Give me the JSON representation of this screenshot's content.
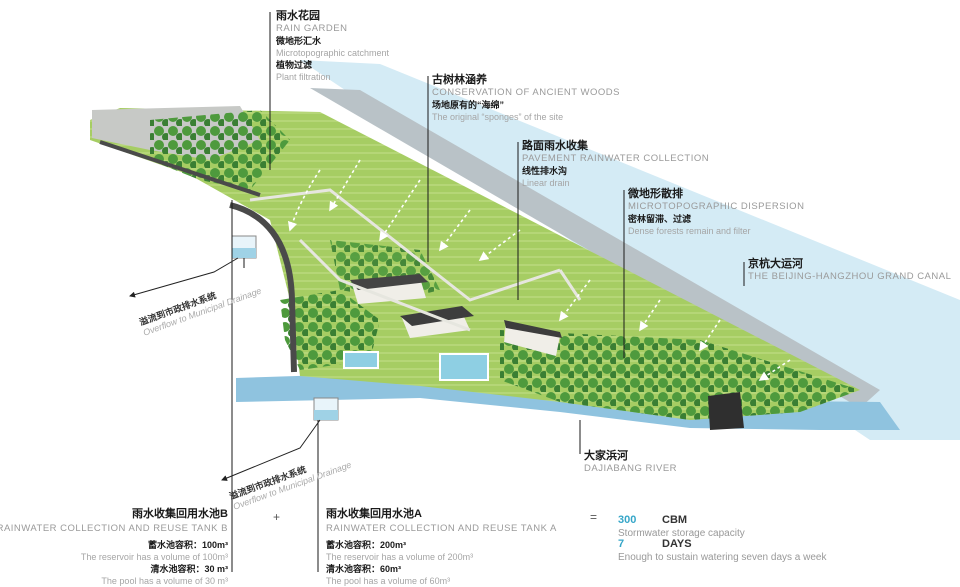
{
  "labels": {
    "rain_garden": {
      "cn": "雨水花园",
      "en": "RAIN GARDEN",
      "sub1_cn": "微地形汇水",
      "sub1_en": "Microtopographic catchment",
      "sub2_cn": "植物过滤",
      "sub2_en": "Plant filtration"
    },
    "ancient_woods": {
      "cn": "古树林涵养",
      "en": "CONSERVATION OF ANCIENT WOODS",
      "sub_cn": "场地原有的“海绵”",
      "sub_en": "The original “sponges” of the site"
    },
    "pavement": {
      "cn": "路面雨水收集",
      "en": "PAVEMENT RAINWATER COLLECTION",
      "sub_cn": "线性排水沟",
      "sub_en": "Linear drain"
    },
    "micro": {
      "cn": "微地形散排",
      "en": "MICROTOPOGRAPHIC DISPERSION",
      "sub_cn": "密林留滞、过滤",
      "sub_en": "Dense forests remain and filter"
    },
    "canal": {
      "cn": "京杭大运河",
      "en": "THE BEIJING-HANGZHOU GRAND CANAL"
    },
    "river": {
      "cn": "大家浜河",
      "en": "DAJIABANG RIVER"
    },
    "overflow_top": {
      "cn": "溢流到市政排水系统",
      "en": "Overflow to Municipal Drainage"
    },
    "overflow_bottom": {
      "cn": "溢流到市政排水系统",
      "en": "Overflow to Municipal Drainage"
    }
  },
  "tanks": {
    "b": {
      "cn": "雨水收集回用水池B",
      "en": "RAINWATER COLLECTION AND REUSE TANK B",
      "res_cn": "蓄水池容积：100m³",
      "res_en": "The reservoir has a volume of 100m³",
      "pool_cn": "清水池容积：30 m³",
      "pool_en": "The pool has a volume of 30 m³"
    },
    "a": {
      "cn": "雨水收集回用水池A",
      "en": "RAINWATER COLLECTION AND REUSE TANK A",
      "res_cn": "蓄水池容积：200m³",
      "res_en": "The reservoir has a volume of 200m³",
      "pool_cn": "清水池容积：60m³",
      "pool_en": "The pool has a volume of 60m³"
    },
    "plus": "+",
    "equals": "="
  },
  "summary": {
    "capacity_value": "300",
    "capacity_unit": "CBM",
    "capacity_desc": "Stormwater storage capacity",
    "days_value": "7",
    "days_unit": "DAYS",
    "days_desc": "Enough to sustain watering seven days a week"
  },
  "colors": {
    "water": "#cfe8f3",
    "lawn": "#a9cf6a",
    "forest": "#3f8c3a",
    "accent": "#36a6c8",
    "wall": "#5a5a5a"
  }
}
